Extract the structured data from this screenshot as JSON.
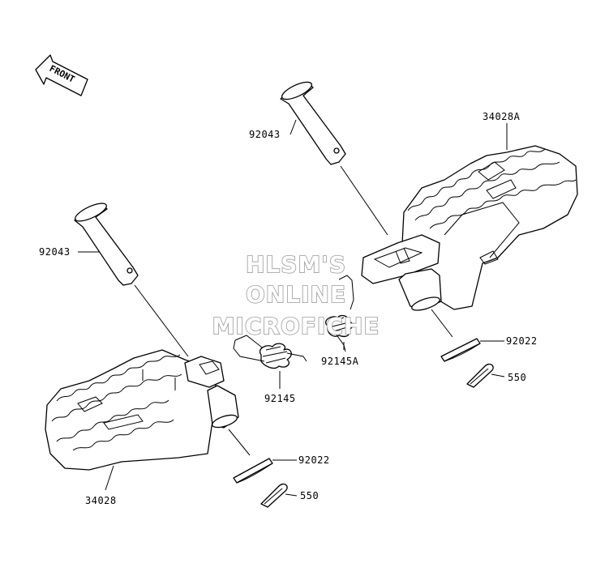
{
  "front_label": "FRONT",
  "watermark": [
    "HLSM'S",
    "ONLINE",
    "MICROFICHE"
  ],
  "parts": {
    "pin_right": "92043",
    "pin_left": "92043",
    "footpeg_right": "34028A",
    "footpeg_left": "34028",
    "spring_right": "92145A",
    "spring_left": "92145",
    "washer_right": "92022",
    "washer_left": "92022",
    "cotter_right": "550",
    "cotter_left": "550"
  }
}
